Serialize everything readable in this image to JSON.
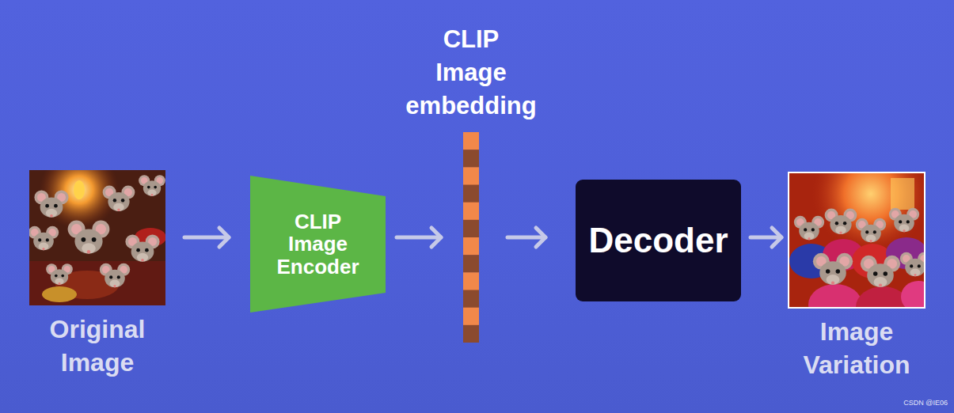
{
  "diagram": {
    "nodes": [
      {
        "text": [
          "Original Image"
        ]
      },
      {
        "text": [
          "CLIP Image Encoder"
        ]
      },
      {
        "text": [
          "CLIP Image embedding"
        ]
      },
      {
        "text": [
          "Decoder"
        ]
      },
      {
        "text": [
          "Image Variation"
        ]
      }
    ],
    "edges": [
      {
        "from": 0,
        "to": 1,
        "arrow": "to"
      },
      {
        "from": 1,
        "to": 2,
        "arrow": "to"
      },
      {
        "from": 2,
        "to": 3,
        "arrow": "to"
      },
      {
        "from": 3,
        "to": 4,
        "arrow": "to"
      }
    ],
    "labels": [
      "CSDN @IE06"
    ]
  }
}
